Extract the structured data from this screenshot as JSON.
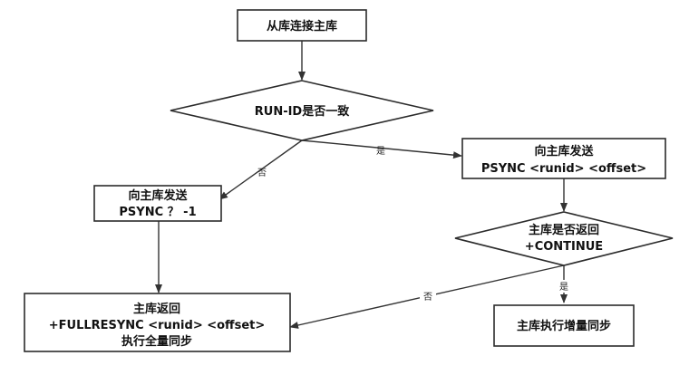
{
  "diagram": {
    "nodes": {
      "start": {
        "line1": "从库连接主库"
      },
      "check_runid": {
        "line1": "RUN-ID是否一致"
      },
      "send_psync_offset": {
        "line1": "向主库发送",
        "line2": "PSYNC <runid> <offset>"
      },
      "send_psync_full": {
        "line1": "向主库发送",
        "line2": "PSYNC ？ -1"
      },
      "check_continue": {
        "line1": "主库是否返回",
        "line2": "+CONTINUE"
      },
      "full_resync": {
        "line1": "主库返回",
        "line2": "+FULLRESYNC <runid> <offset>",
        "line3": "执行全量同步"
      },
      "incremental_sync": {
        "line1": "主库执行增量同步"
      }
    },
    "edge_labels": {
      "runid_yes": "是",
      "runid_no": "否",
      "continue_yes": "是",
      "continue_no": "否"
    }
  }
}
